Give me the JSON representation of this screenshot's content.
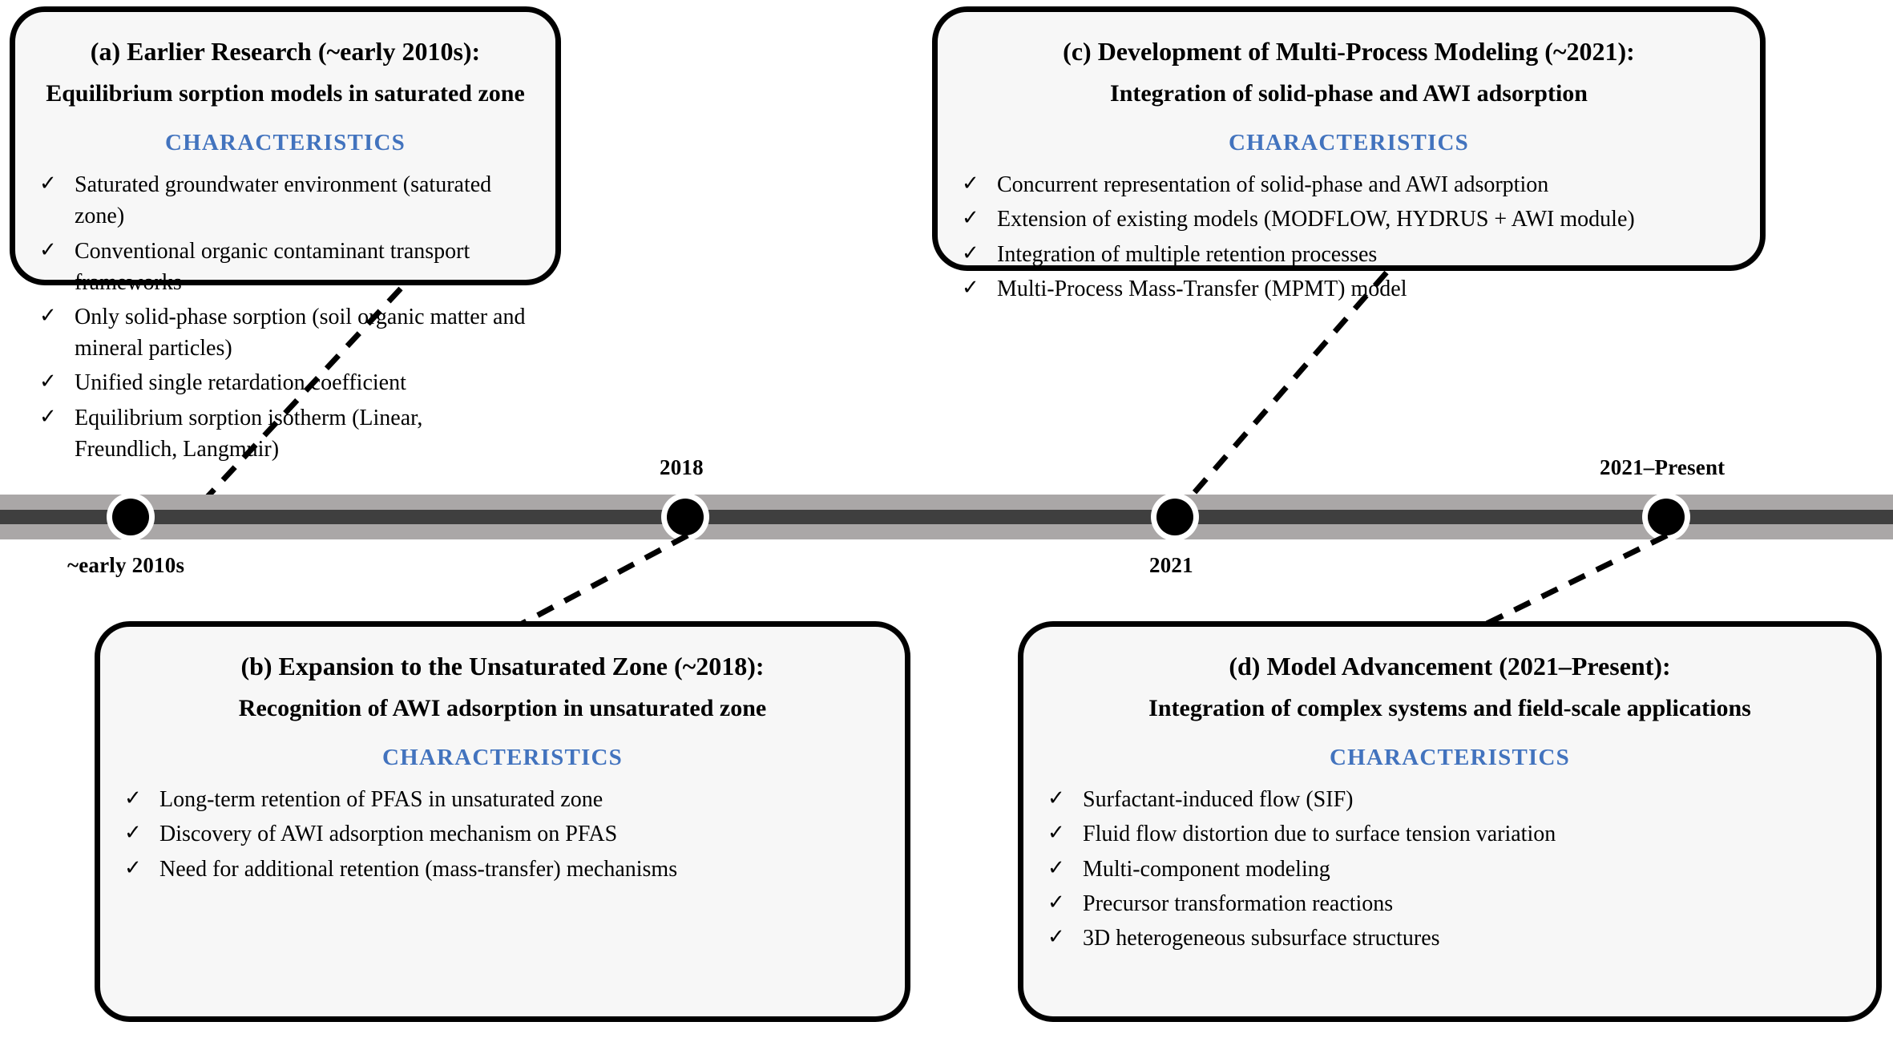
{
  "colors": {
    "characteristics_heading": "#4273be",
    "card_border": "#000000",
    "card_fill": "#f7f7f7",
    "timeline_band": "#aaa7a7",
    "timeline_core": "#3f3f3f",
    "dot": "#000000"
  },
  "timeline": {
    "markers": [
      {
        "label": "~early 2010s",
        "position": "below"
      },
      {
        "label": "2018",
        "position": "above"
      },
      {
        "label": "2021",
        "position": "below"
      },
      {
        "label": "2021–Present",
        "position": "above"
      }
    ]
  },
  "cards": {
    "a": {
      "title": "(a) Earlier Research (~early 2010s):",
      "subtitle": "Equilibrium sorption models in saturated zone",
      "characteristics_label": "CHARACTERISTICS",
      "tick": "✓",
      "bullets": [
        "Saturated groundwater environment (saturated zone)",
        "Conventional organic contaminant transport frameworks",
        "Only solid-phase sorption (soil organic matter and mineral particles)",
        "Unified single retardation coefficient",
        "Equilibrium sorption isotherm (Linear, Freundlich, Langmuir)"
      ]
    },
    "b": {
      "title": "(b) Expansion to the Unsaturated Zone (~2018):",
      "subtitle": "Recognition of AWI adsorption in unsaturated zone",
      "characteristics_label": "CHARACTERISTICS",
      "tick": "✓",
      "bullets": [
        "Long-term retention of PFAS in unsaturated zone",
        "Discovery of AWI adsorption mechanism on PFAS",
        "Need for additional retention (mass-transfer) mechanisms"
      ]
    },
    "c": {
      "title": "(c) Development of Multi-Process Modeling (~2021):",
      "subtitle": "Integration of solid-phase and AWI adsorption",
      "characteristics_label": "CHARACTERISTICS",
      "tick": "✓",
      "bullets": [
        "Concurrent representation of solid-phase and AWI adsorption",
        "Extension of existing models (MODFLOW, HYDRUS + AWI module)",
        "Integration of multiple retention processes",
        "Multi-Process Mass-Transfer (MPMT) model"
      ]
    },
    "d": {
      "title": "(d) Model Advancement (2021–Present):",
      "subtitle": "Integration of complex systems and field-scale applications",
      "characteristics_label": "CHARACTERISTICS",
      "tick": "✓",
      "bullets": [
        "Surfactant-induced flow (SIF)",
        "Fluid flow distortion due to surface tension variation",
        "Multi-component modeling",
        "Precursor transformation reactions",
        "3D heterogeneous subsurface structures"
      ]
    }
  }
}
